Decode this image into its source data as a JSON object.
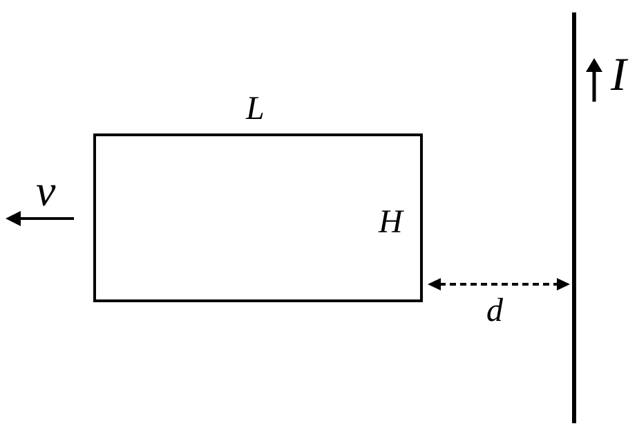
{
  "diagram": {
    "labels": {
      "length": "L",
      "height": "H",
      "velocity": "v",
      "distance": "d",
      "current": "I"
    },
    "colors": {
      "stroke": "#000000",
      "background": "#ffffff"
    }
  }
}
